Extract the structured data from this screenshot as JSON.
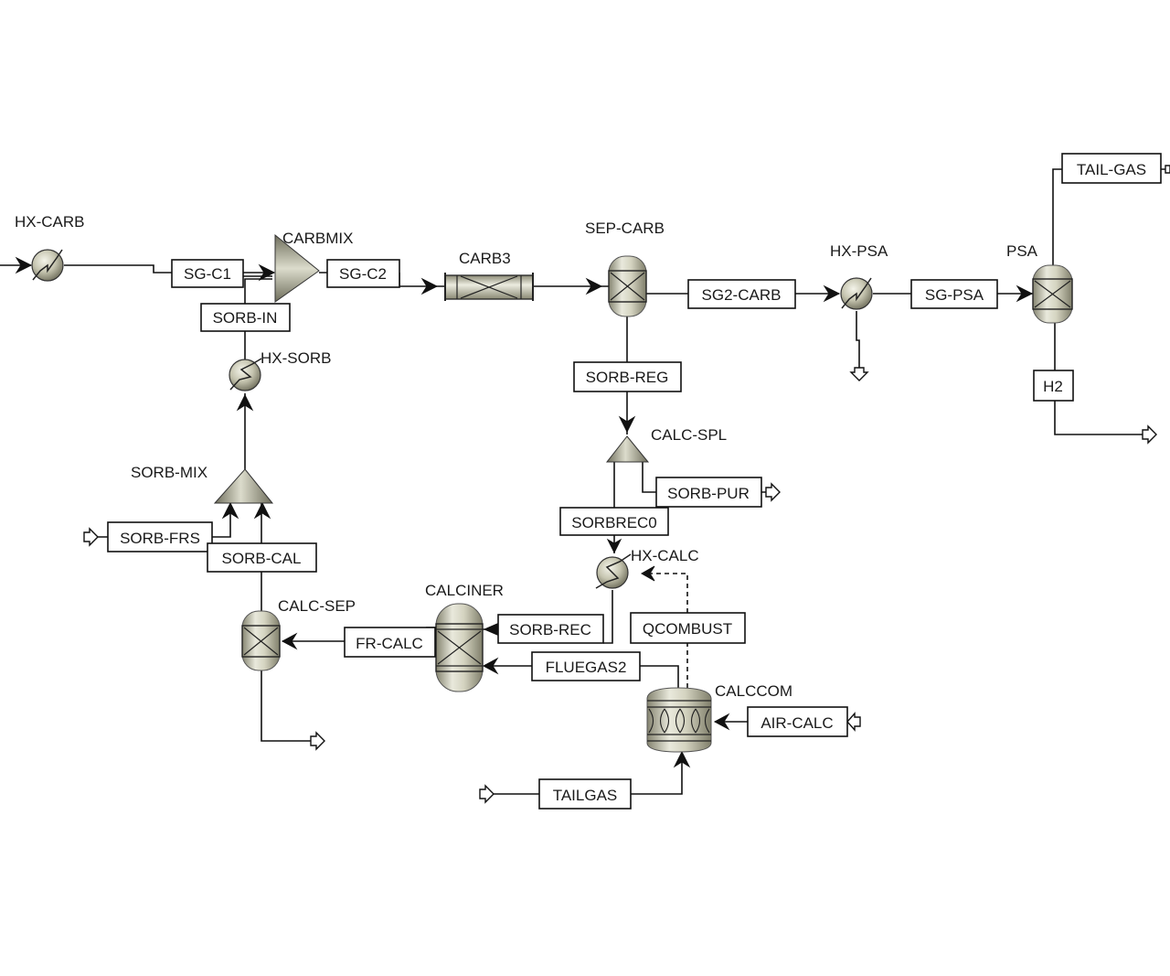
{
  "diagram": {
    "type": "process-flowsheet",
    "blocks": [
      {
        "id": "HX-CARB",
        "label": "HX-CARB",
        "kind": "heater"
      },
      {
        "id": "CARBMIX",
        "label": "CARBMIX",
        "kind": "mixer"
      },
      {
        "id": "CARB3",
        "label": "CARB3",
        "kind": "plug-flow-reactor"
      },
      {
        "id": "SEP-CARB",
        "label": "SEP-CARB",
        "kind": "separator"
      },
      {
        "id": "HX-PSA",
        "label": "HX-PSA",
        "kind": "heater"
      },
      {
        "id": "PSA",
        "label": "PSA",
        "kind": "separator"
      },
      {
        "id": "HX-SORB",
        "label": "HX-SORB",
        "kind": "heater"
      },
      {
        "id": "SORB-MIX",
        "label": "SORB-MIX",
        "kind": "mixer"
      },
      {
        "id": "CALC-SPL",
        "label": "CALC-SPL",
        "kind": "splitter"
      },
      {
        "id": "HX-CALC",
        "label": "HX-CALC",
        "kind": "heater"
      },
      {
        "id": "CALC-SEP",
        "label": "CALC-SEP",
        "kind": "separator"
      },
      {
        "id": "CALCINER",
        "label": "CALCINER",
        "kind": "reactor"
      },
      {
        "id": "CALCCOM",
        "label": "CALCCOM",
        "kind": "combustor"
      }
    ],
    "streams": [
      {
        "id": "SG-C1",
        "label": "SG-C1",
        "from": "HX-CARB",
        "to": "CARBMIX"
      },
      {
        "id": "SG-C2",
        "label": "SG-C2",
        "from": "CARBMIX",
        "to": "CARB3"
      },
      {
        "id": "SORB-IN",
        "label": "SORB-IN",
        "from": "HX-SORB",
        "to": "CARBMIX"
      },
      {
        "id": "SG2-CARB",
        "label": "SG2-CARB",
        "from": "SEP-CARB",
        "to": "HX-PSA"
      },
      {
        "id": "SG-PSA",
        "label": "SG-PSA",
        "from": "HX-PSA",
        "to": "PSA"
      },
      {
        "id": "TAIL-GAS",
        "label": "TAIL-GAS",
        "from": "PSA",
        "to": "outlet"
      },
      {
        "id": "H2",
        "label": "H2",
        "from": "PSA",
        "to": "outlet"
      },
      {
        "id": "SORB-REG",
        "label": "SORB-REG",
        "from": "SEP-CARB",
        "to": "CALC-SPL"
      },
      {
        "id": "SORB-PUR",
        "label": "SORB-PUR",
        "from": "CALC-SPL",
        "to": "outlet"
      },
      {
        "id": "SORBREC0",
        "label": "SORBREC0",
        "from": "CALC-SPL",
        "to": "HX-CALC"
      },
      {
        "id": "SORB-FRS",
        "label": "SORB-FRS",
        "from": "inlet",
        "to": "SORB-MIX"
      },
      {
        "id": "SORB-CAL",
        "label": "SORB-CAL",
        "from": "CALC-SEP",
        "to": "SORB-MIX"
      },
      {
        "id": "SORB-REC",
        "label": "SORB-REC",
        "from": "HX-CALC",
        "to": "CALCINER"
      },
      {
        "id": "FR-CALC",
        "label": "FR-CALC",
        "from": "CALCINER",
        "to": "CALC-SEP"
      },
      {
        "id": "FLUEGAS2",
        "label": "FLUEGAS2",
        "from": "CALCCOM",
        "to": "CALCINER"
      },
      {
        "id": "QCOMBUST",
        "label": "QCOMBUST",
        "from": "CALCCOM",
        "to": "HX-CALC",
        "kind": "heat"
      },
      {
        "id": "AIR-CALC",
        "label": "AIR-CALC",
        "from": "inlet",
        "to": "CALCCOM"
      },
      {
        "id": "TAILGAS",
        "label": "TAILGAS",
        "from": "inlet",
        "to": "CALCCOM"
      }
    ]
  },
  "colors": {
    "equipment_fill": "#c9c8b4",
    "equipment_highlight": "#f2f2e6",
    "equipment_shadow": "#7d7c6a",
    "line": "#111111",
    "label_text": "#1a1a1a"
  }
}
